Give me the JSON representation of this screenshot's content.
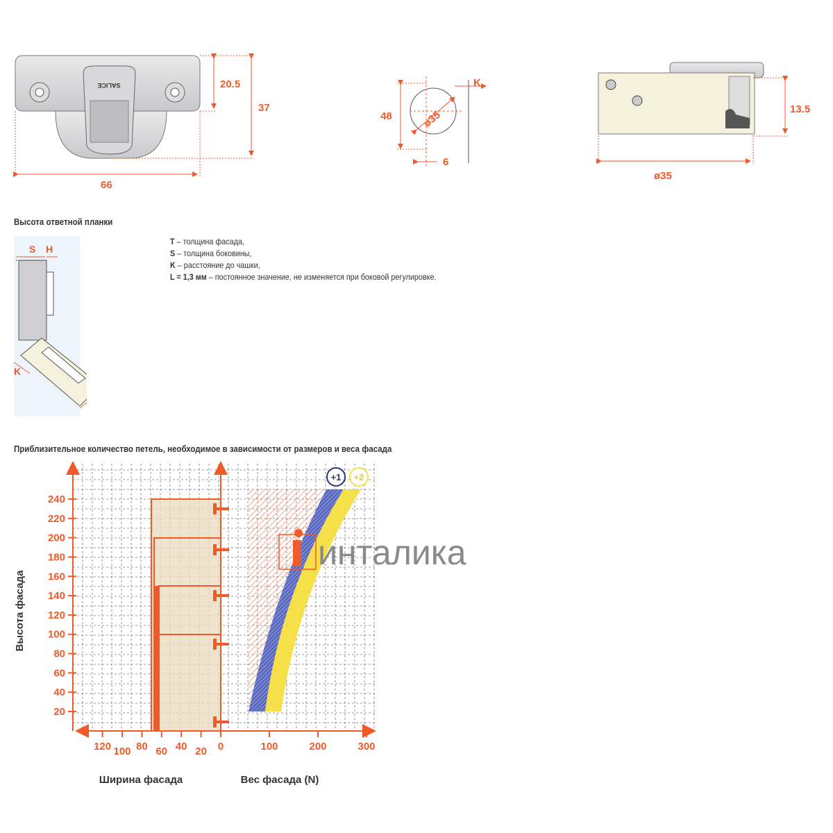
{
  "top_drawings": {
    "front_view": {
      "brand": "SALICE",
      "dim_height_plate": "20.5",
      "dim_height_total": "37",
      "dim_width": "66"
    },
    "drill_view": {
      "dim_height": "48",
      "dim_cup": "ø35",
      "dim_k": "K",
      "dim_offset": "6"
    },
    "side_view": {
      "dim_depth": "13.5",
      "dim_diameter": "ø35"
    }
  },
  "plate_section": {
    "title": "Высота ответной планки",
    "labels": {
      "s": "S",
      "h": "H",
      "k": "K",
      "t": "T"
    },
    "legend": [
      {
        "key": "T",
        "text": " – толщина фасада,"
      },
      {
        "key": "S",
        "text": " – толщина боковины,"
      },
      {
        "key": "K",
        "text": " – расстояние до чашки,"
      },
      {
        "key": "L = 1,3 мм",
        "text": " – постоянное значение, не изменяется при боковой регулировке."
      }
    ]
  },
  "hinge_chart": {
    "title": "Приблизительное количество петель, необходимое в зависимости от размеров и веса фасада",
    "y_label": "Высота фасада",
    "x_left_label": "Ширина фасада",
    "x_right_label": "Вес фасада (N)",
    "y_ticks": [
      "240",
      "220",
      "200",
      "180",
      "160",
      "140",
      "120",
      "100",
      "80",
      "60",
      "40",
      "20"
    ],
    "width_ticks": [
      "120",
      "100",
      "80",
      "60",
      "40",
      "20",
      "0"
    ],
    "weight_ticks": [
      "100",
      "200",
      "300"
    ],
    "badges": [
      "+1",
      "+2"
    ],
    "colors": {
      "accent": "#f05a28",
      "band1": "#4a5bb0",
      "band2": "#f5e04a",
      "fill": "#ecdcc0"
    }
  },
  "logo": {
    "text": "инталика"
  }
}
